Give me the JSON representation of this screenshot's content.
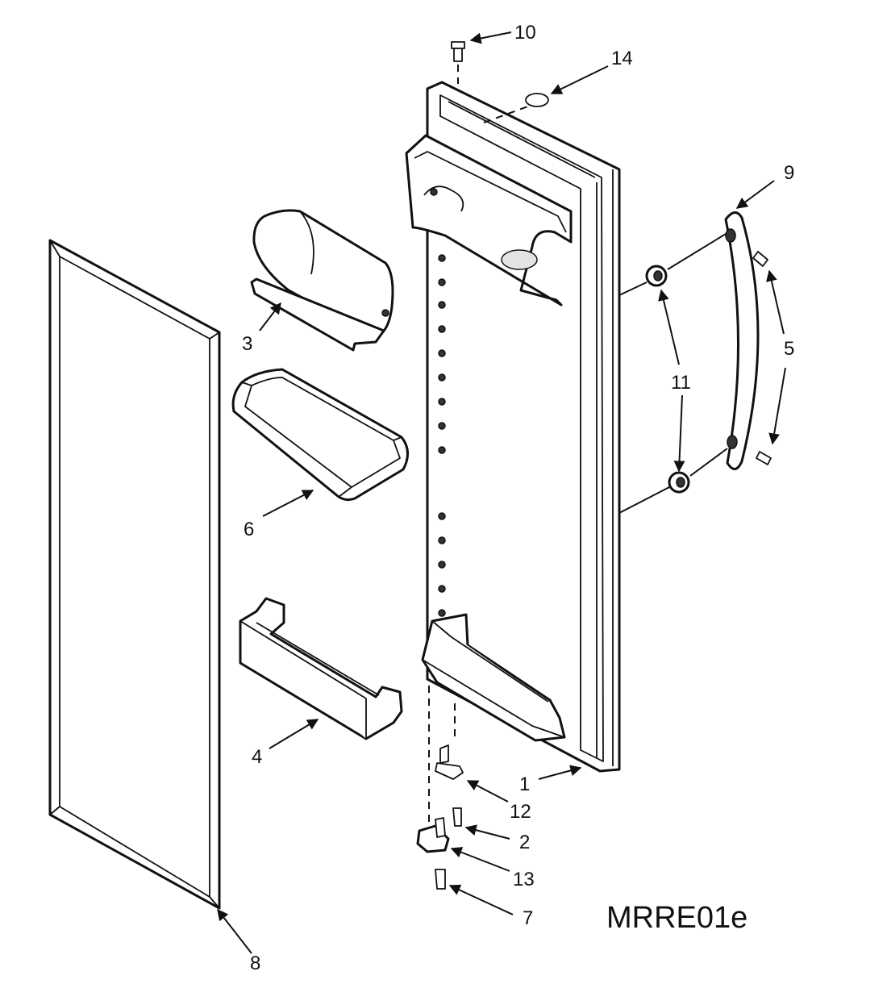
{
  "diagram_id": "MRRE01e",
  "callouts": [
    "1",
    "2",
    "3",
    "4",
    "5",
    "6",
    "7",
    "8",
    "9",
    "10",
    "11",
    "12",
    "13",
    "14"
  ],
  "colors": {
    "line": "#111111",
    "background": "#ffffff",
    "shade": "#e4e4e4"
  }
}
